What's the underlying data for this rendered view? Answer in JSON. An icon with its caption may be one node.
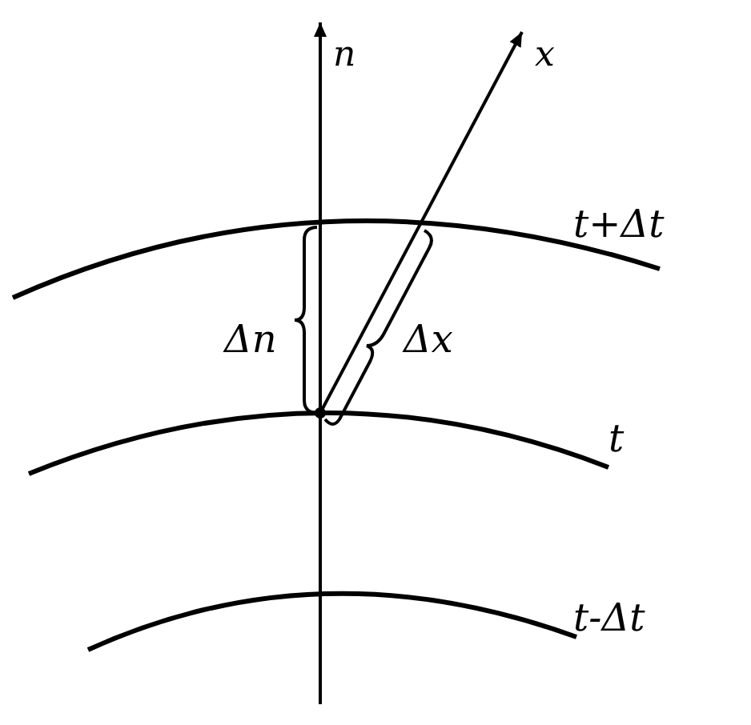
{
  "diagram": {
    "labels": [
      "n",
      "x",
      "t+Δt",
      "Δn",
      "Δx",
      "t",
      "t-Δt"
    ]
  }
}
